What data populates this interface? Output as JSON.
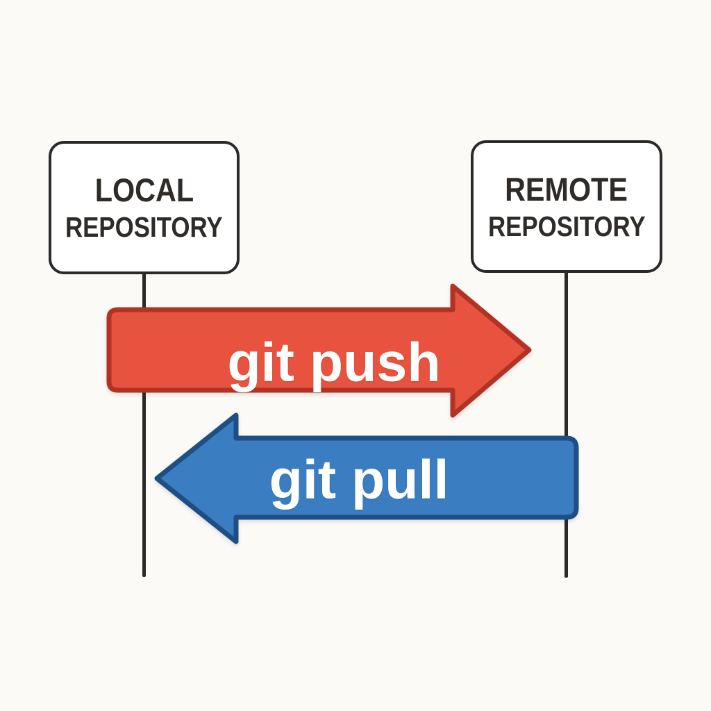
{
  "diagram": {
    "local_repository": {
      "line1": "LOCAL",
      "line2": "REPOSITORY"
    },
    "remote_repository": {
      "line1": "REMOTE",
      "line2": "REPOSITORY"
    },
    "push_arrow": {
      "label": "git push",
      "direction": "left-to-right"
    },
    "pull_arrow": {
      "label": "git pull",
      "direction": "right-to-left"
    }
  },
  "colors": {
    "background": "#fbfaf6",
    "box_fill": "#ffffff",
    "box_border": "#2a2a2a",
    "node_text": "#2e2b28",
    "line": "#2a2a2a",
    "push_fill": "#e7533e",
    "push_stroke": "#b23325",
    "pull_fill": "#3a7ec1",
    "pull_stroke": "#1f4e85",
    "label_text": "#ffffff"
  }
}
